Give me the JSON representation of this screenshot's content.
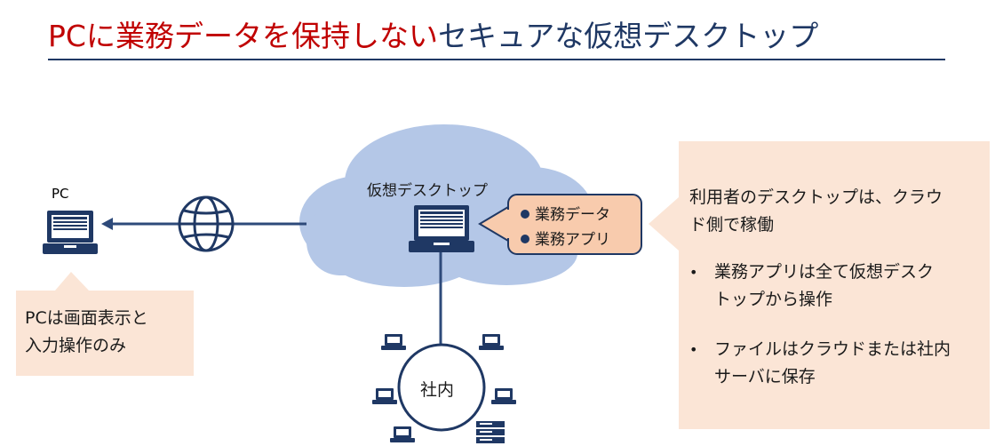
{
  "title": {
    "part1": "PCに業務データを保持しない",
    "part2": "セキュアな仮想デスクトップ"
  },
  "pc": {
    "label": "PC",
    "callout": [
      "PCは画面表示と",
      "入力操作のみ"
    ]
  },
  "cloud": {
    "label": "仮想デスクトップ",
    "items": [
      "業務データ",
      "業務アプリ"
    ]
  },
  "office": {
    "label": "社内"
  },
  "info": {
    "intro": [
      "利用者のデスクトップは、クラウ",
      "ド側で稼働"
    ],
    "bullets": [
      {
        "mark": "•",
        "lines": [
          "業務アプリは全て仮想デスク",
          "トップから操作"
        ]
      },
      {
        "mark": "•",
        "lines": [
          "ファイルはクラウドまたは社内",
          "サーバに保存"
        ]
      }
    ]
  },
  "colors": {
    "title_red": "#C00000",
    "navy": "#1F3864",
    "cloud": "#B4C7E7",
    "callout_fill": "#FBE5D6",
    "tag_fill": "#F8CBAD"
  },
  "icons": [
    "laptop-icon",
    "globe-icon",
    "server-icon"
  ]
}
